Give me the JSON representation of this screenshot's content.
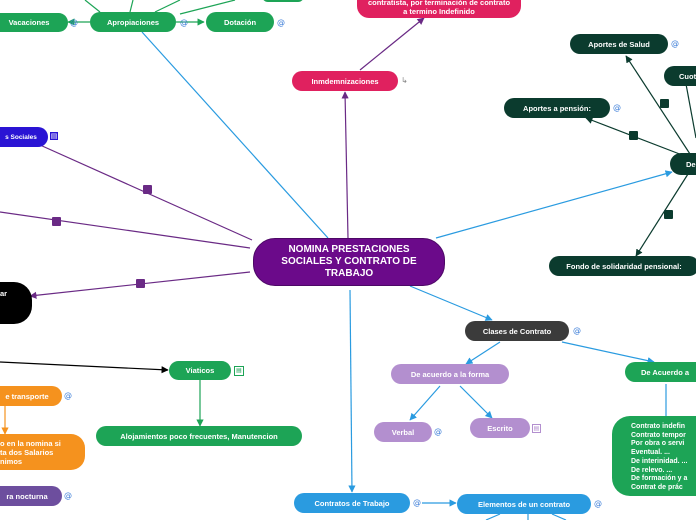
{
  "colors": {
    "central": "#6b0a8a",
    "green": "#1da456",
    "dark_green": "#0b3b2e",
    "blue": "#2a9be0",
    "lavender": "#b38fcf",
    "orange": "#f5921e",
    "purple_line": "#6a2a85",
    "crimson": "#e0215f",
    "dark": "#3b3b3b"
  },
  "central": {
    "title": "NOMINA PRESTACIONES SOCIALES Y CONTRATO DE TRABAJO"
  },
  "nodes": {
    "vacaciones": "Vacaciones",
    "apropiaciones": "Apropiaciones",
    "dotacion": "Dotación",
    "indemnizaciones": "Inmdemnizaciones",
    "indemnizacion_detalle": "contratista, por terminación de contrato a termino Indefinido",
    "aportes_salud": "Aportes de Salud",
    "cuota": "Cuot",
    "aportes_pension": "Aportes a pensión:",
    "de_node": "De",
    "fondo_solidaridad": "Fondo de solidaridad pensional:",
    "prestaciones_sociales": "s Sociales",
    "familiar": "ar",
    "viaticos": "Viaticos",
    "alojamientos": "Alojamientos poco frecuentes, Manutencion",
    "auxilio_transporte": "e transporte",
    "incluido_nomina": "o en la nomina si ta dos Salarios nimos",
    "extra_nocturna": "ra nocturna",
    "clases_contrato": "Clases de Contrato",
    "de_acuerdo_forma": "De acuerdo a la forma",
    "de_acuerdo_a": "De Acuerdo a",
    "verbal": "Verbal",
    "escrito": "Escrito",
    "contratos_trabajo": "Contratos de Trabajo",
    "elementos_contrato": "Elementos de un contrato",
    "tipos_contrato": [
      "Contrato indefin",
      "Contrato tempor",
      "Por obra o servi",
      "Eventual. ...",
      "De interinidad. ...",
      "De relevo. ...",
      "De formación y a",
      "Contrat de prác"
    ]
  }
}
